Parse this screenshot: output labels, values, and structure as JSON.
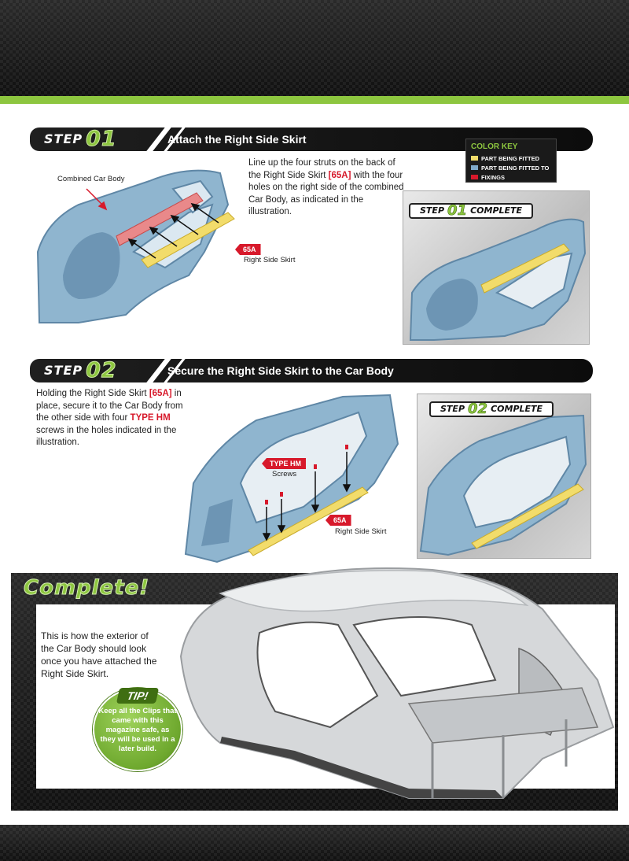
{
  "step1": {
    "word": "STEP",
    "number": "01",
    "title": "Attach the Right Side Skirt",
    "body_parts": [
      "Line up the four struts on the back of the Right Side Skirt ",
      "[65A]",
      " with the four holes on the right side of the combined Car Body, as indicated in the illustration."
    ],
    "combined_label": "Combined Car Body",
    "part_tag": "65A",
    "part_label": "Right Side Skirt",
    "complete_word1": "STEP",
    "complete_num": "01",
    "complete_word2": "COMPLETE"
  },
  "color_key": {
    "title": "COLOR KEY",
    "items": [
      {
        "label": "PART BEING FITTED",
        "color": "#f2dc6b"
      },
      {
        "label": "PART BEING FITTED TO",
        "color": "#7fa9c9"
      },
      {
        "label": "FIXINGS",
        "color": "#d7192b"
      }
    ]
  },
  "step2": {
    "word": "STEP",
    "number": "02",
    "title": "Secure the Right Side Skirt to the Car Body",
    "body_parts": [
      "Holding the Right Side Skirt ",
      "[65A]",
      " in place, secure it to the Car Body from the other side with four ",
      "TYPE HM",
      " screws in the holes indicated in the illustration."
    ],
    "screw_tag": "TYPE HM",
    "screw_label": "Screws",
    "part_tag": "65A",
    "part_label": "Right Side Skirt",
    "complete_word1": "STEP",
    "complete_num": "02",
    "complete_word2": "COMPLETE"
  },
  "complete": {
    "title": "Complete!",
    "subtitle": "The Car Body",
    "body": "This is how the exterior of the Car Body should look once you have attached the Right Side Skirt.",
    "tip_title": "TIP!",
    "tip_text": "Keep all the Clips that came with this magazine safe, as they will be used in a later build."
  },
  "colors": {
    "brand_green": "#8dc63f",
    "accent_red": "#d7192b",
    "body_blue": "#7fa9c9",
    "skirt_yellow": "#f2dc6b"
  }
}
